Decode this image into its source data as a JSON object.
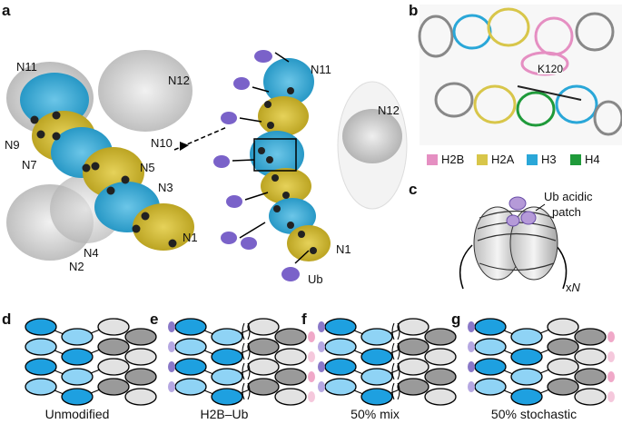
{
  "panels": {
    "a": "a",
    "b": "b",
    "c": "c",
    "d": "d",
    "e": "e",
    "f": "f",
    "g": "g"
  },
  "panel_a": {
    "left_labels": {
      "N11": "N11",
      "N12": "N12",
      "N9": "N9",
      "N10": "N10",
      "N7": "N7",
      "N5": "N5",
      "N3": "N3",
      "N4": "N4",
      "N2": "N2",
      "N1": "N1"
    },
    "right_labels": {
      "N11": "N11",
      "N12": "N12",
      "N1": "N1",
      "Ub": "Ub"
    }
  },
  "panel_b": {
    "residue_label": "K120",
    "legend": [
      {
        "label": "H2B",
        "color": "#e58fc2"
      },
      {
        "label": "H2A",
        "color": "#d8c64a"
      },
      {
        "label": "H3",
        "color": "#2aa7d8"
      },
      {
        "label": "H4",
        "color": "#1f9a3a"
      }
    ]
  },
  "panel_c": {
    "patch_label_line1": "Ub acidic",
    "patch_label_line2": "patch",
    "multiplier_prefix": "x",
    "multiplier_var": "N"
  },
  "captions": {
    "d": "Unmodified",
    "e": "H2B–Ub",
    "f": "50% mix",
    "g": "50% stochastic"
  },
  "colors": {
    "cyan": "#1ea0e0",
    "light_cyan": "#8fd3f5",
    "gray": "#9a9a9a",
    "light_gray": "#e2e2e2",
    "ub_purple": "#8a78c8",
    "pink": "#f0a8c8"
  }
}
